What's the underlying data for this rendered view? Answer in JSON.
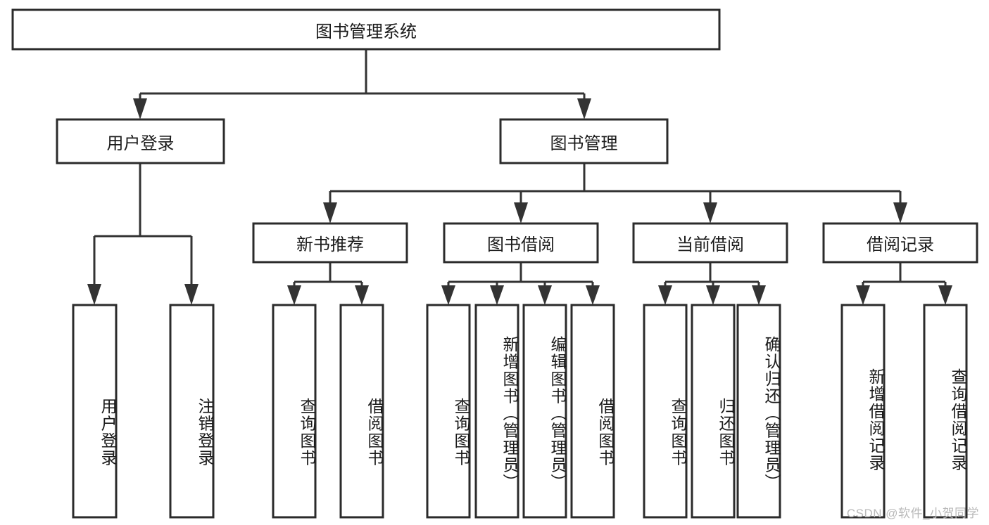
{
  "diagram": {
    "type": "tree-hierarchy-chart",
    "title": "图书管理系统",
    "watermark": "CSDN @软件_小贺同学",
    "colors": {
      "background": "#ffffff",
      "node_fill": "#ffffff",
      "node_stroke": "#2b2b2b",
      "connector": "#333333",
      "text": "#1a1a1a",
      "watermark": "#b9b9b9"
    },
    "root": {
      "label": "图书管理系统",
      "orientation": "horizontal"
    },
    "level2": [
      {
        "label": "用户登录",
        "orientation": "horizontal"
      },
      {
        "label": "图书管理",
        "orientation": "horizontal"
      }
    ],
    "level3": [
      {
        "label": "新书推荐",
        "orientation": "horizontal",
        "parent": "图书管理"
      },
      {
        "label": "图书借阅",
        "orientation": "horizontal",
        "parent": "图书管理"
      },
      {
        "label": "当前借阅",
        "orientation": "horizontal",
        "parent": "图书管理"
      },
      {
        "label": "借阅记录",
        "orientation": "horizontal",
        "parent": "图书管理"
      }
    ],
    "leaves": {
      "user_login": [
        {
          "label": "用户登录",
          "orientation": "vertical"
        },
        {
          "label": "注销登录",
          "orientation": "vertical"
        }
      ],
      "new_book_recommend": [
        {
          "label": "查询图书",
          "orientation": "vertical"
        },
        {
          "label": "借阅图书",
          "orientation": "vertical"
        }
      ],
      "book_borrow": [
        {
          "label": "查询图书",
          "orientation": "vertical"
        },
        {
          "label": "新增图书（管理员）",
          "orientation": "vertical"
        },
        {
          "label": "编辑图书（管理员）",
          "orientation": "vertical"
        },
        {
          "label": "借阅图书",
          "orientation": "vertical"
        }
      ],
      "current_borrow": [
        {
          "label": "查询图书",
          "orientation": "vertical"
        },
        {
          "label": "归还图书",
          "orientation": "vertical"
        },
        {
          "label": "确认归还（管理员）",
          "orientation": "vertical"
        }
      ],
      "borrow_record": [
        {
          "label": "新增借阅记录",
          "orientation": "vertical"
        },
        {
          "label": "查询借阅记录",
          "orientation": "vertical"
        }
      ]
    }
  }
}
